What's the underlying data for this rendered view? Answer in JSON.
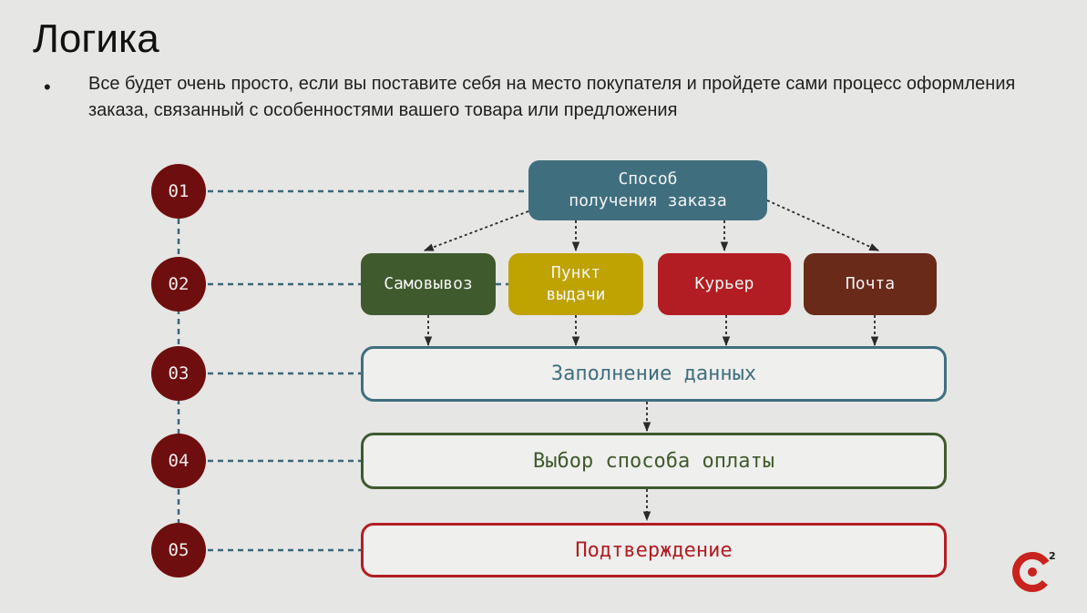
{
  "slide": {
    "title": "Логика",
    "bullet_marker": "•",
    "bullet_text": "Все будет очень просто, если вы поставите себя на место покупателя и пройдете сами процесс оформления заказа, связанный с особенностями вашего товара или предложения"
  },
  "steps": [
    "01",
    "02",
    "03",
    "04",
    "05"
  ],
  "diagram": {
    "root": {
      "line1": "Способ",
      "line2": "получения заказа",
      "color": "#3f6f7f"
    },
    "options": [
      {
        "line1": "Самовывоз",
        "line2": "",
        "color": "#3f5a2d"
      },
      {
        "line1": "Пункт",
        "line2": "выдачи",
        "color": "#bfa300"
      },
      {
        "line1": "Курьер",
        "line2": "",
        "color": "#b21d23"
      },
      {
        "line1": "Почта",
        "line2": "",
        "color": "#6a2a1a"
      }
    ],
    "stages": [
      {
        "label": "Заполнение данных",
        "color": "#3f6f7f"
      },
      {
        "label": "Выбор способа оплаты",
        "color": "#3f5a2d"
      },
      {
        "label": "Подтверждение",
        "color": "#b21d23"
      }
    ],
    "step_color": "#6f0e0e",
    "connector_color": "#3b6878"
  },
  "logo": {
    "superscript": "2",
    "color": "#c8231e"
  }
}
